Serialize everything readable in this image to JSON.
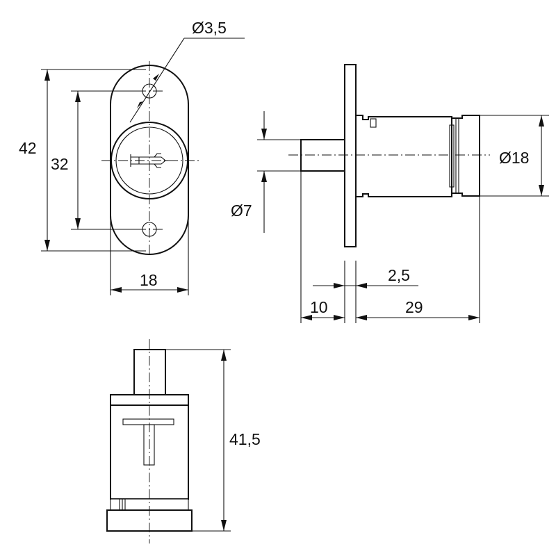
{
  "dimensions": {
    "hole_diameter": "Ø3,5",
    "plate_height": "42",
    "hole_spacing": "32",
    "plate_width": "18",
    "pin_diameter": "Ø7",
    "body_diameter": "Ø18",
    "plate_thickness": "2,5",
    "pin_length": "10",
    "body_length": "29",
    "total_height": "41,5"
  },
  "colors": {
    "line": "#111111",
    "background": "#ffffff"
  }
}
